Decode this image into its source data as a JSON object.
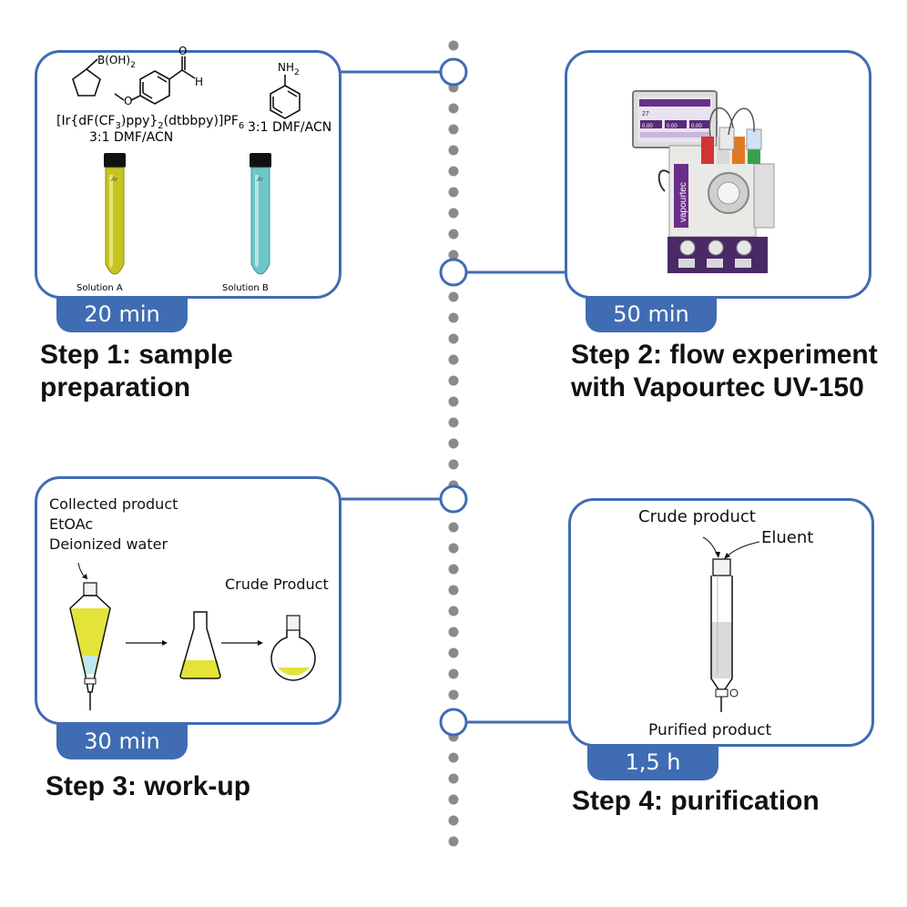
{
  "steps": [
    {
      "title_line1": "Step 1: sample",
      "title_line2": "preparation",
      "duration": "20 min",
      "catalyst_prefix": "[Ir{dF(CF",
      "catalyst_sub1": "3",
      "catalyst_mid": ")ppy}",
      "catalyst_sub2": "2",
      "catalyst_suffix": "(dtbbpy)]PF",
      "catalyst_sub3": "6",
      "solvent_a": "3:1 DMF/ACN",
      "solvent_b": "3:1 DMF/ACN",
      "boronic_label": "B(OH)",
      "boronic_sub": "2",
      "aldehyde_o": "O",
      "aldehyde_h": "H",
      "methoxy_o": "O",
      "amine_label": "NH",
      "amine_sub": "2",
      "tube_cap_text": "Ar",
      "solution_a": "Solution A",
      "solution_b": "Solution B"
    },
    {
      "title_line1": "Step 2: flow experiment",
      "title_line2": "with Vapourtec UV-150",
      "duration": "50 min",
      "device_brand": "vapourtec",
      "screen_value": "27",
      "screen_readout_1": "0.00",
      "screen_readout_2": "0.00",
      "screen_readout_3": "0.00"
    },
    {
      "title": "Step 3: work-up",
      "duration": "30 min",
      "reagents": [
        "Collected product",
        "EtOAc",
        "Deionized water"
      ],
      "product_label": "Crude Product"
    },
    {
      "title": "Step 4: purification",
      "duration": "1,5 h",
      "input_label": "Crude product",
      "eluent_label": "Eluent",
      "output_label": "Purified product"
    }
  ],
  "colors": {
    "frame": "#3f6cb3",
    "timeline_dot": "#8a8a8a",
    "solution_a": "#c7c41f",
    "solution_b": "#6ec6c8",
    "extract_yellow": "#e3e33a"
  }
}
